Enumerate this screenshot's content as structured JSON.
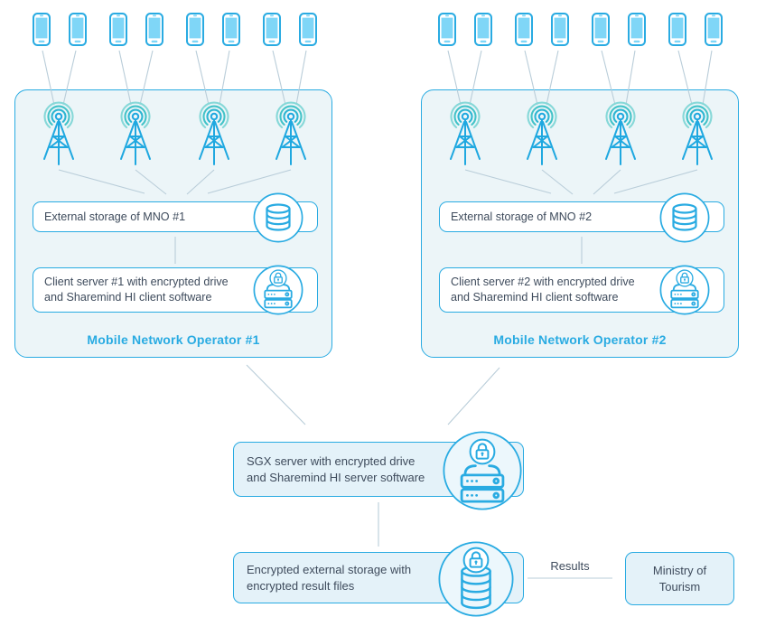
{
  "colors": {
    "accent_blue": "#29abe2",
    "teal_signal": "#45c4c9",
    "group_fill": "#ecf5f8",
    "panel_fill": "#e4f2f9",
    "connector_gray": "#b9cdd9",
    "text_dark": "#3e4b5c"
  },
  "icons": {
    "phone": "smartphone",
    "cell_tower": "radio-tower-with-signal-waves",
    "database": "database-cylinder",
    "server": "server-rack",
    "lock": "padlock-badge"
  },
  "mno_groups": [
    {
      "title": "Mobile Network Operator #1",
      "storage_label": "External storage of MNO #1",
      "server_label": "Client server #1 with encrypted drive\nand Sharemind HI client software"
    },
    {
      "title": "Mobile Network Operator #2",
      "storage_label": "External storage of MNO #2",
      "server_label": "Client server #2 with encrypted drive\nand Sharemind HI client software"
    }
  ],
  "sgx": {
    "label": "SGX server with encrypted drive\nand Sharemind HI server software"
  },
  "encrypted_storage": {
    "label": "Encrypted external storage with\nencrypted result files"
  },
  "results": {
    "label": "Results"
  },
  "ministry": {
    "label": "Ministry of\nTourism"
  }
}
